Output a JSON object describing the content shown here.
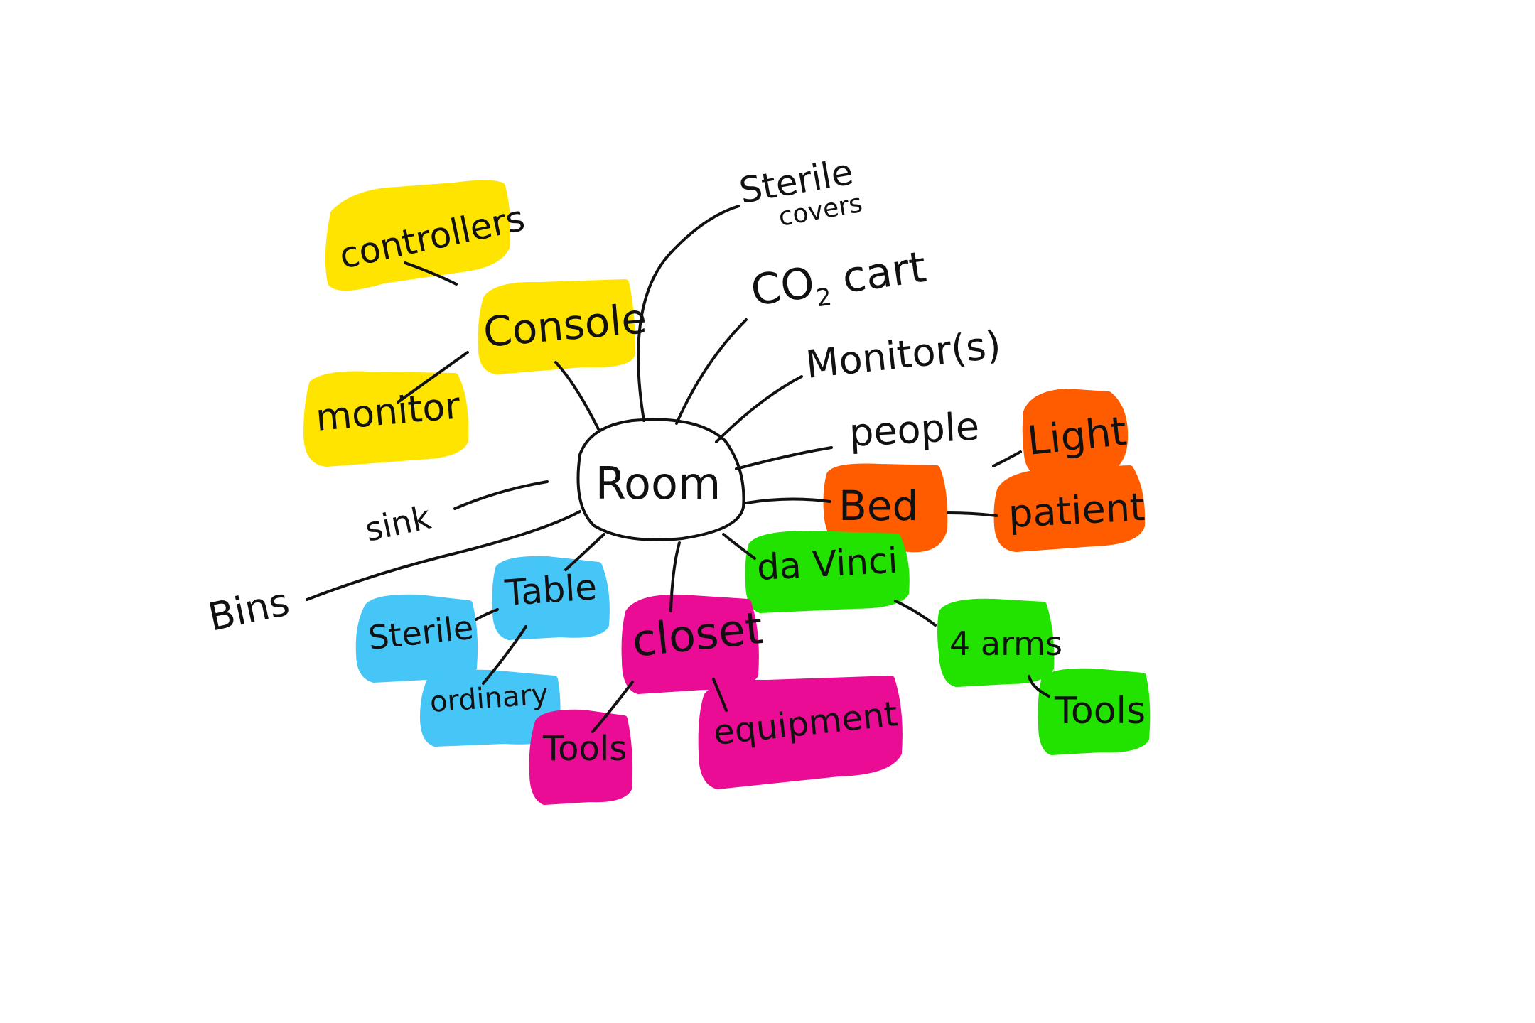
{
  "center": {
    "label": "Room"
  },
  "colors": {
    "yellow": "#FFE400",
    "orange": "#FF5C00",
    "green": "#22E300",
    "blue": "#45C6F7",
    "magenta": "#EA0C94",
    "ink": "#111111"
  },
  "nodes": {
    "sterile_covers": {
      "line1": "Sterile",
      "line2": "covers"
    },
    "co2_cart": {
      "prefix": "CO",
      "sub": "2",
      "suffix": " cart"
    },
    "monitors": {
      "label": "Monitor(s)"
    },
    "people": {
      "label": "people"
    },
    "sink": {
      "label": "sink"
    },
    "bins": {
      "label": "Bins"
    },
    "controllers": {
      "label": "controllers"
    },
    "console": {
      "label": "Console"
    },
    "monitor": {
      "label": "monitor"
    },
    "light": {
      "label": "Light"
    },
    "bed": {
      "label": "Bed"
    },
    "patient": {
      "label": "patient"
    },
    "da_vinci": {
      "label": "da Vinci"
    },
    "four_arms": {
      "label": "4 arms"
    },
    "tools_green": {
      "label": "Tools"
    },
    "table": {
      "label": "Table"
    },
    "sterile": {
      "label": "Sterile"
    },
    "ordinary": {
      "label": "ordinary"
    },
    "closet": {
      "label": "closet"
    },
    "tools_pink": {
      "label": "Tools"
    },
    "equipment": {
      "label": "equipment"
    }
  }
}
